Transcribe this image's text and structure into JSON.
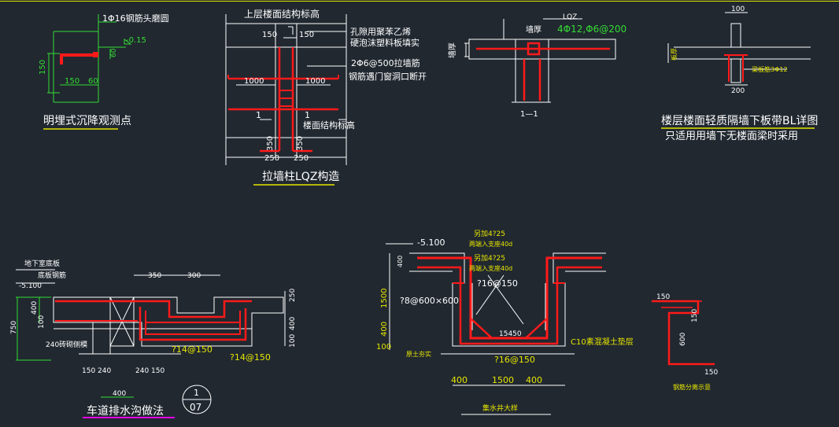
{
  "colors": {
    "background": "#212830",
    "rebar": "#ff1a1a",
    "outline": "#ffffff",
    "dimension": "#33dd33",
    "label_yellow": "#e6e600",
    "underline_yellow": "#e6e600",
    "underline_magenta": "#e600e6"
  },
  "settlement": {
    "title": "明埋式沉降观测点",
    "bar_label": "1Φ16钢筋头磨圆",
    "level": "-0.15",
    "dim_150_vertical": "150",
    "dim_150_horizontal": "150",
    "dim_60_horizontal": "60",
    "dim_60_vertical": "60"
  },
  "lqz": {
    "title": "拉墙柱LQZ构造",
    "top_label": "上层楼面结构标高",
    "gap_fill_1": "孔隙用聚苯乙烯",
    "gap_fill_2": "硬泡沫塑料板填实",
    "tie_bar": "2Φ6@500拉墙筋",
    "opening_note": "钢筋遇门窗洞口断开",
    "floor_label": "楼面结构标高",
    "dim_150_left": "150",
    "dim_150_right": "150",
    "dim_1000_left": "1000",
    "dim_1000_right": "1000",
    "section_1_left": "1",
    "section_1_right": "1",
    "dim_350_left": "350",
    "dim_350_right": "350",
    "dim_250_left": "250",
    "dim_250_right": "250"
  },
  "section11": {
    "column_label": "LQZ",
    "rebar_label": "4Φ12,Φ6@200",
    "wall_thickness": "墙厚",
    "wall_thickness_left": "墙厚",
    "section_label": "1—1"
  },
  "bl_detail": {
    "title": "楼层楼面轻质隔墙下板带BL详图",
    "subtitle": "只适用用墙下无楼面梁时采用",
    "dim_100": "100",
    "dim_200": "200",
    "left_note": "板厚",
    "bar_note": "梁板筋3Φ12"
  },
  "drain": {
    "title": "车道排水沟做法",
    "label_floor_slab": "地下室底板",
    "label_slab_bar": "底板钢筋",
    "level": "-5.100",
    "dim_350": "350",
    "dim_300": "300",
    "dim_250_right": "250",
    "dim_750": "750",
    "dim_400_left": "400",
    "dim_400_right": "400",
    "dim_100_right": "100",
    "dim_100_left": "100",
    "brick_wall": "240砖砌侧模",
    "bar_1": "?14@150",
    "bar_2": "?14@150",
    "dim_bottom_left": "150 240",
    "dim_bottom_right": "240 150",
    "dim_400_bottom": "400",
    "ref_top": "1",
    "ref_bottom": "07"
  },
  "sump": {
    "title": "集水井大样",
    "level": "-5.100",
    "add_bar_1": "另加4?25",
    "anchor_1": "两端入支座40d",
    "add_bar_2": "另加4?25",
    "anchor_2": "两端入支座40d",
    "bar_center": "?16@150",
    "bar_left": "?8@600×600",
    "haunch": "15450",
    "concrete": "C10素混凝土垫层",
    "dim_1500_v": "1500",
    "dim_400_v": "400",
    "dim_100_v": "100",
    "dim_400_top": "400",
    "dim_400_left": "400",
    "dim_1500_h": "1500",
    "dim_400_right": "400",
    "soil": "原土夯实",
    "bar_bottom": "?16@150"
  },
  "bar_shape": {
    "caption": "钢筋分离示意",
    "dim_150_top": "150",
    "dim_150_mid": "150",
    "dim_600": "600",
    "dim_150_bottom": "150"
  }
}
